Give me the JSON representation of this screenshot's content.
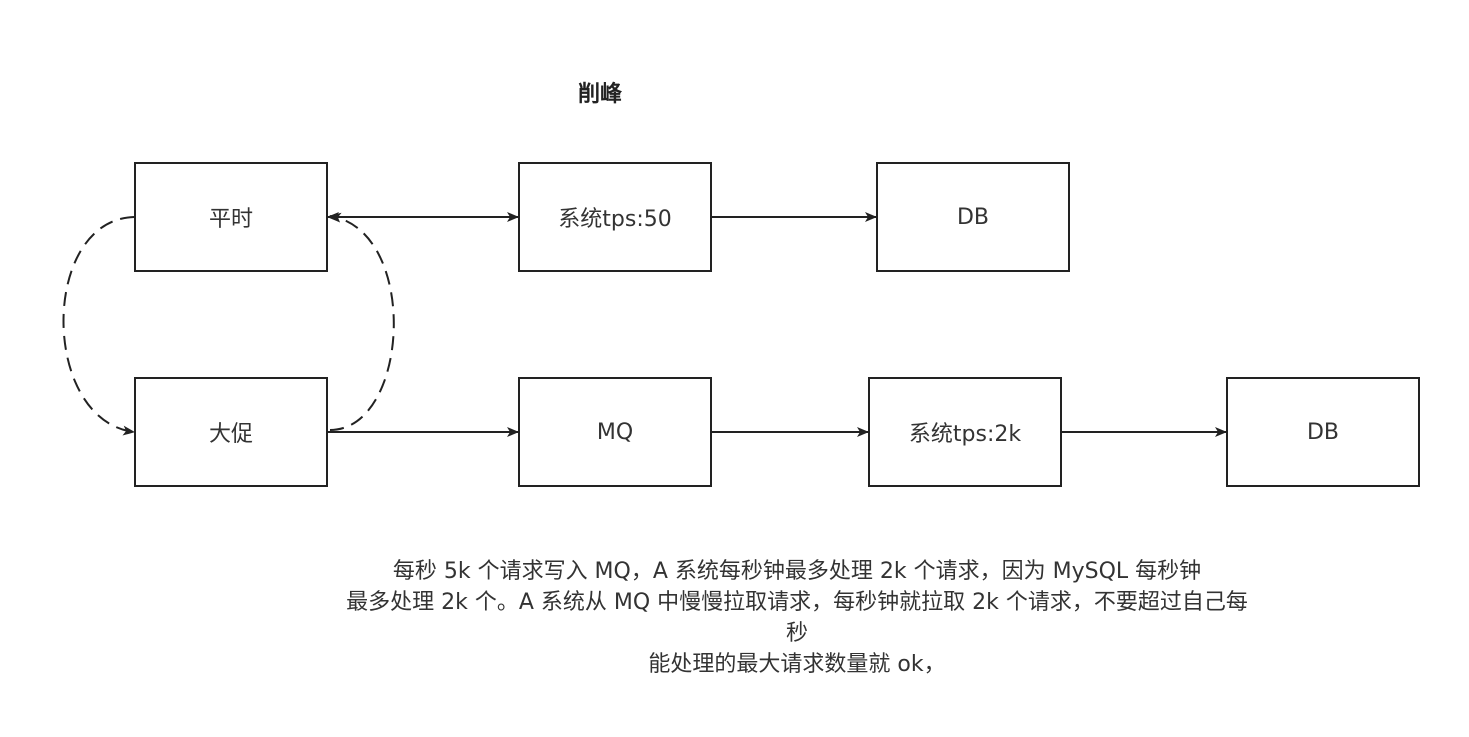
{
  "diagram": {
    "title": "削峰",
    "colors": {
      "stroke": "#222222",
      "text": "#333333",
      "background": "#ffffff"
    },
    "nodes": {
      "normal": "平时",
      "promo": "大促",
      "system_normal": "系统tps:50",
      "db_normal": "DB",
      "mq": "MQ",
      "system_promo": "系统tps:2k",
      "db_promo": "DB"
    },
    "edges": [
      {
        "from": "normal",
        "to": "system_normal",
        "style": "solid",
        "direction": "both"
      },
      {
        "from": "system_normal",
        "to": "db_normal",
        "style": "solid",
        "direction": "forward"
      },
      {
        "from": "promo",
        "to": "mq",
        "style": "solid",
        "direction": "forward"
      },
      {
        "from": "mq",
        "to": "system_promo",
        "style": "solid",
        "direction": "forward"
      },
      {
        "from": "system_promo",
        "to": "db_promo",
        "style": "solid",
        "direction": "forward"
      },
      {
        "from": "normal",
        "to": "promo",
        "style": "dashed",
        "direction": "forward"
      },
      {
        "from": "promo",
        "to": "normal",
        "style": "dashed",
        "direction": "forward"
      }
    ],
    "note": {
      "lines": [
        "每秒 5k 个请求写入 MQ，A 系统每秒钟最多处理 2k 个请求，因为 MySQL 每秒钟",
        "最多处理 2k 个。A 系统从 MQ 中慢慢拉取请求，每秒钟就拉取 2k 个请求，不要超过自己每",
        "秒",
        "能处理的最大请求数量就 ok，"
      ]
    }
  }
}
